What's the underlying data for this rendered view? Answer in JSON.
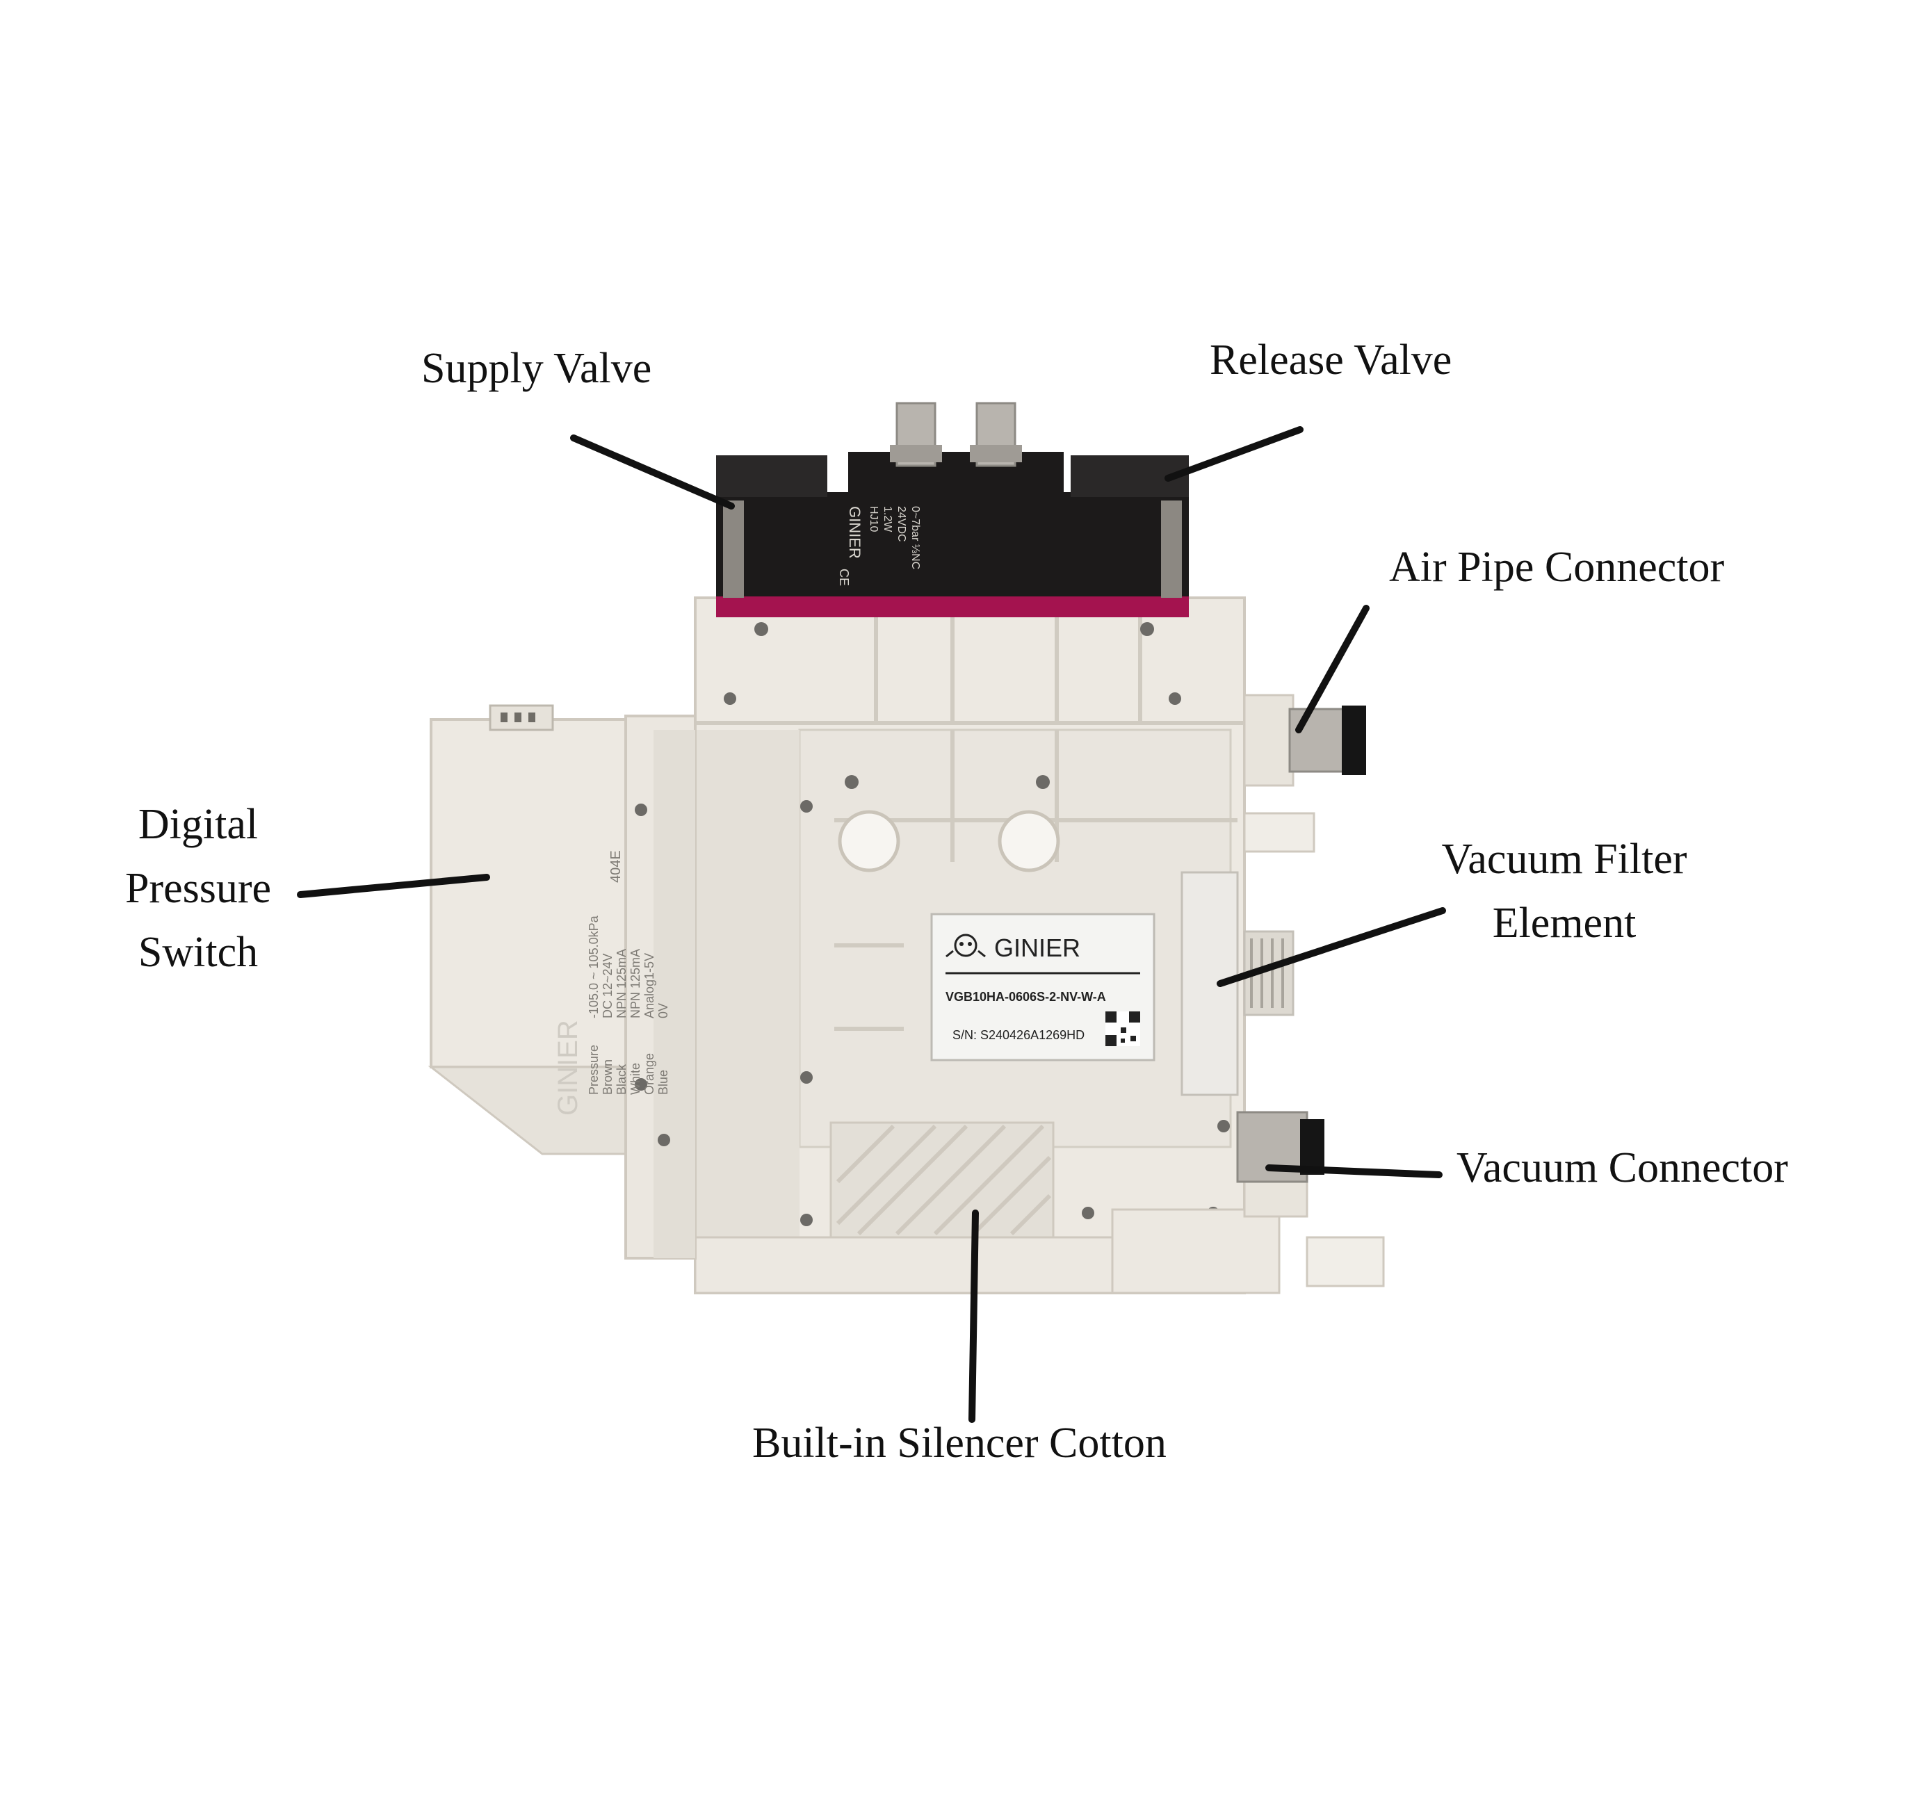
{
  "callouts": {
    "supply_valve": "Supply Valve",
    "release_valve": "Release Valve",
    "air_pipe_connector": "Air Pipe Connector",
    "digital_pressure_switch": [
      "Digital",
      "Pressure",
      "Switch"
    ],
    "vacuum_filter_element": [
      "Vacuum Filter",
      "Element"
    ],
    "vacuum_connector": "Vacuum Connector",
    "silencer": "Built-in Silencer Cotton"
  },
  "device": {
    "brand": "GINIER",
    "model": "VGB10HA-0606S-2-NV-W-A",
    "serial": "S/N: S240426A1269HD",
    "valve_label": [
      "HJ10",
      "1.2W",
      "24VDC",
      "0~7bar ⅓NC"
    ],
    "valve_brand": "GINIER",
    "valve_mark": "CE",
    "sensor_code": "404E",
    "sensor_specs": [
      "-105.0 ~ 105.0kPa",
      "DC 12~24V",
      "NPN 125mA",
      "NPN 125mA",
      "Analog1-5V",
      "0V"
    ],
    "sensor_wires": [
      "Pressure",
      "Brown",
      "Black",
      "White",
      "Orange",
      "Blue"
    ],
    "sensor_brand": "GINIER"
  },
  "colors": {
    "body": "#ede9e2",
    "body_shadow": "#d6d1c8",
    "valve": "#1c1a1a",
    "accent_band": "#a4134f",
    "metal": "#b8b4ae",
    "label_bg": "#f4f4f2",
    "line": "#111111"
  }
}
